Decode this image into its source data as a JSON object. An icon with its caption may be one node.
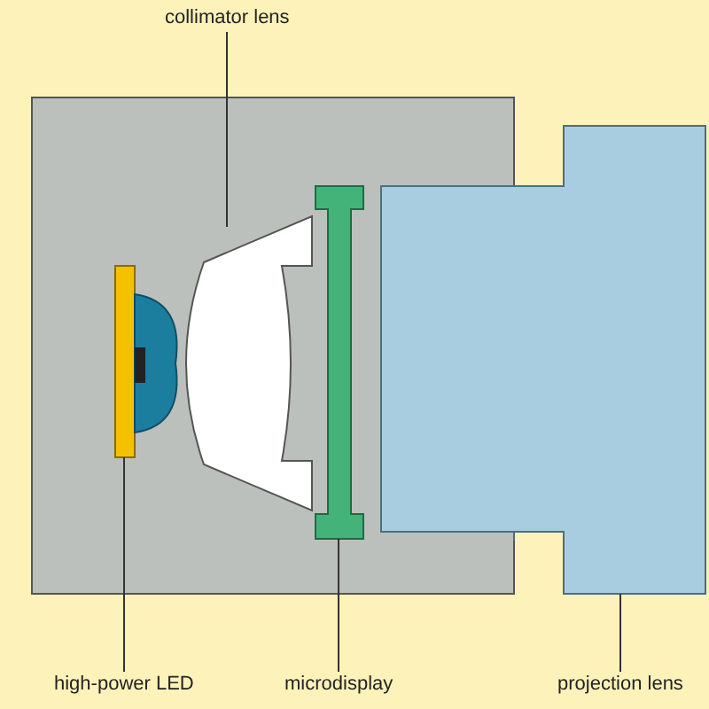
{
  "diagram": {
    "nodes": [
      {
        "text": [
          "collimator lens"
        ]
      },
      {
        "text": [],
        "shape": "lens"
      },
      {
        "text": [
          "high-power LED"
        ]
      },
      {
        "text": [],
        "shape": "bar"
      },
      {
        "text": [
          "microdisplay"
        ]
      },
      {
        "text": [],
        "shape": "bar"
      },
      {
        "text": [
          "projection lens"
        ]
      },
      {
        "text": [],
        "shape": "box"
      }
    ],
    "edges": [
      {
        "from": 0,
        "to": 1,
        "arrow": "none"
      },
      {
        "from": 2,
        "to": 3,
        "arrow": "none"
      },
      {
        "from": 4,
        "to": 5,
        "arrow": "none"
      },
      {
        "from": 6,
        "to": 7,
        "arrow": "none"
      }
    ]
  }
}
